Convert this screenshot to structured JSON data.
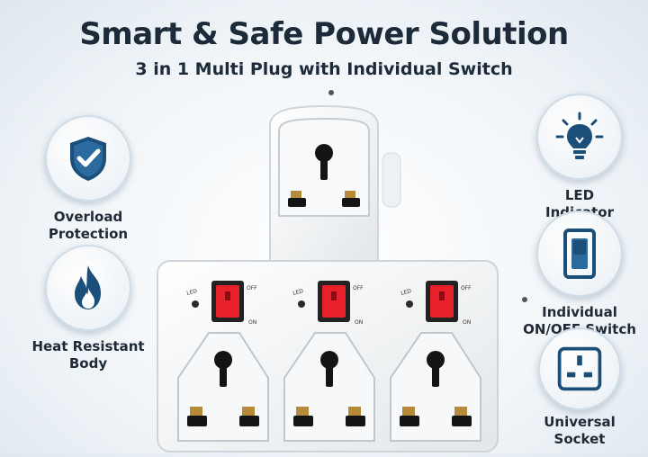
{
  "header": {
    "title": "Smart & Safe Power Solution",
    "subtitle": "3 in 1 Multi Plug with Individual Switch"
  },
  "features_left": [
    {
      "label": "Overload\nProtection",
      "icon": "shield-check-icon"
    },
    {
      "label": "Heat Resistant\nBody",
      "icon": "flame-icon"
    }
  ],
  "features_right": [
    {
      "label": "LED\nIndicator",
      "icon": "light-bulb-icon"
    },
    {
      "label": "Individual\nON/OFF Switch",
      "icon": "switch-icon"
    },
    {
      "label": "Universal\nSocket",
      "icon": "socket-icon"
    }
  ],
  "switch_labels": {
    "off": "OFF",
    "on": "ON",
    "led": "LED"
  },
  "colors": {
    "accent": "#1b4f7a",
    "switch_red": "#e8212b"
  }
}
